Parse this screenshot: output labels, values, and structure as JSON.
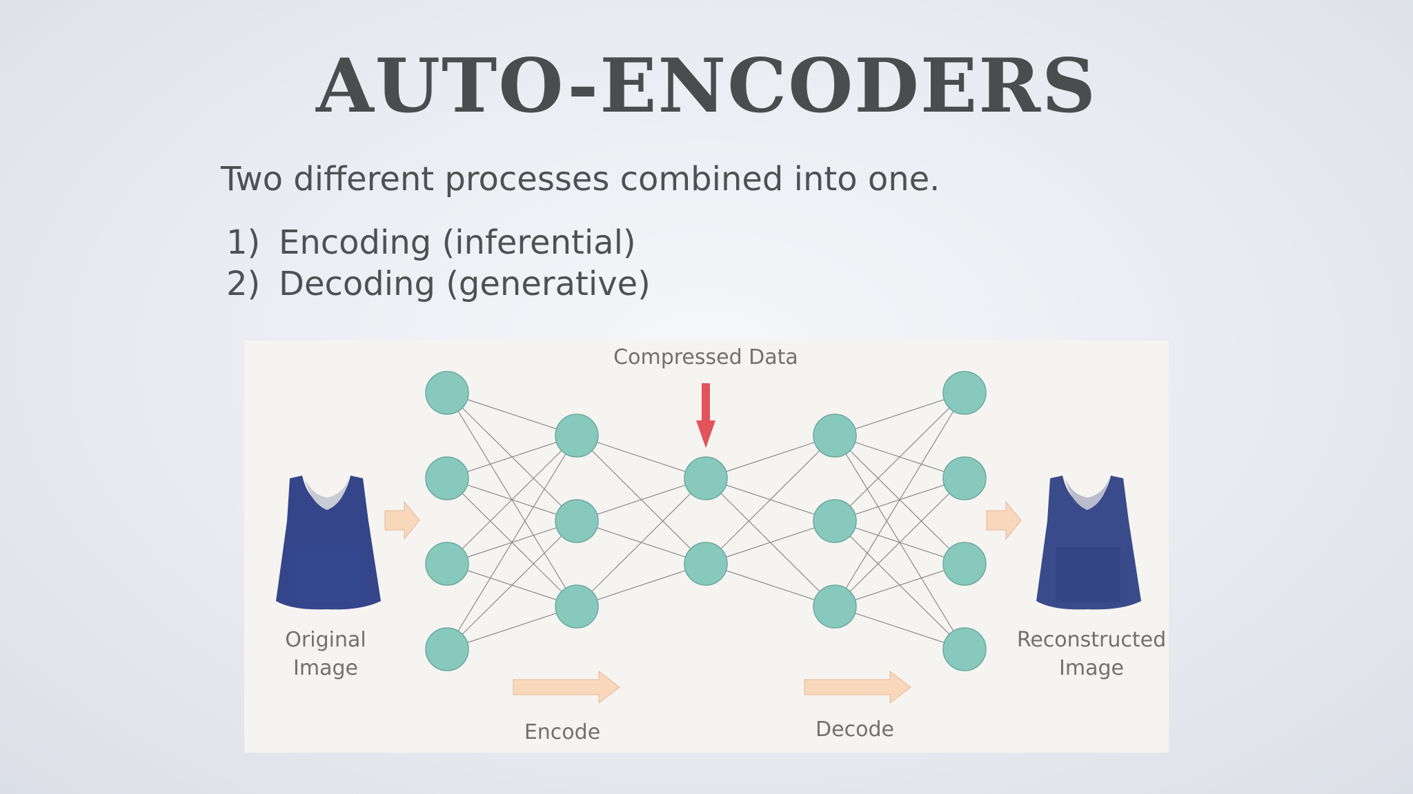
{
  "slide": {
    "title": "AUTO-ENCODERS",
    "subtitle": "Two different processes combined into one.",
    "list": [
      {
        "num": "1)",
        "text": "Encoding (inferential)"
      },
      {
        "num": "2)",
        "text": "Decoding (generative)"
      }
    ]
  },
  "diagram": {
    "compressed_label": "Compressed Data",
    "original_label_line1": "Original",
    "original_label_line2": "Image",
    "reconstructed_label_line1": "Reconstructed",
    "reconstructed_label_line2": "Image",
    "encode_label": "Encode",
    "decode_label": "Decode",
    "layers": [
      4,
      3,
      2,
      3,
      4
    ],
    "colors": {
      "node_fill": "#88c9bd",
      "node_stroke": "#6aa99c",
      "edge": "#8a8a8a",
      "red_arrow": "#e2535b",
      "peach_arrow": "#f8d7bb",
      "shirt": "#34458a"
    }
  }
}
